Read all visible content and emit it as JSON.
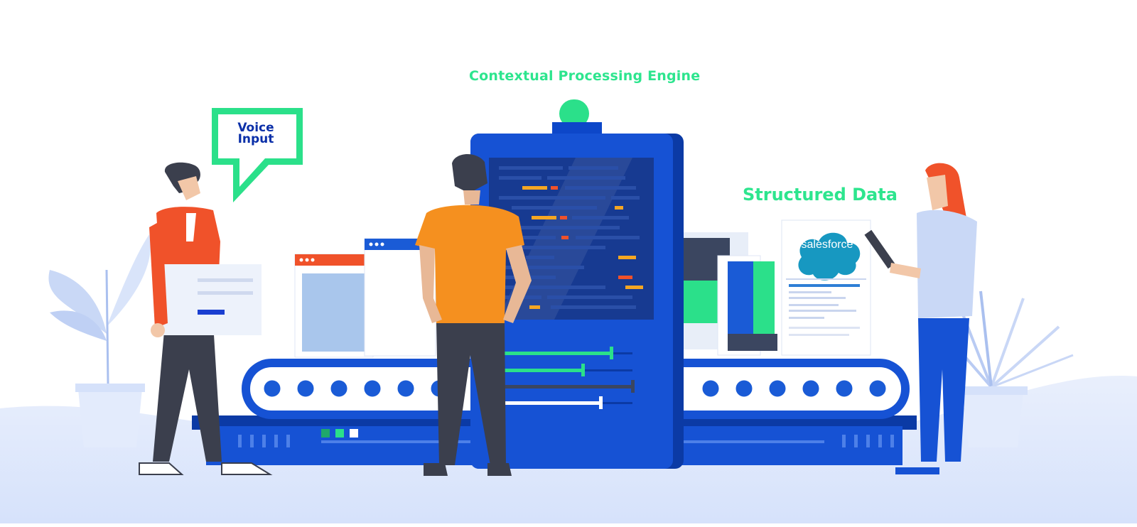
{
  "labels": {
    "engine": "Contextual Processing Engine",
    "structured": "Structured Data",
    "voice_line1": "Voice",
    "voice_line2": "Input",
    "salesforce": "salesforce"
  },
  "colors": {
    "accent_green": "#2de58e",
    "machine_blue": "#0d47c9",
    "dark_blue": "#0a35a0",
    "orange": "#f5901f",
    "red_orange": "#f0522a",
    "salesforce_blue": "#1798c1"
  },
  "icons": [
    "speech-bubble-icon",
    "plant-icon",
    "salesforce-logo",
    "tablet-icon"
  ]
}
